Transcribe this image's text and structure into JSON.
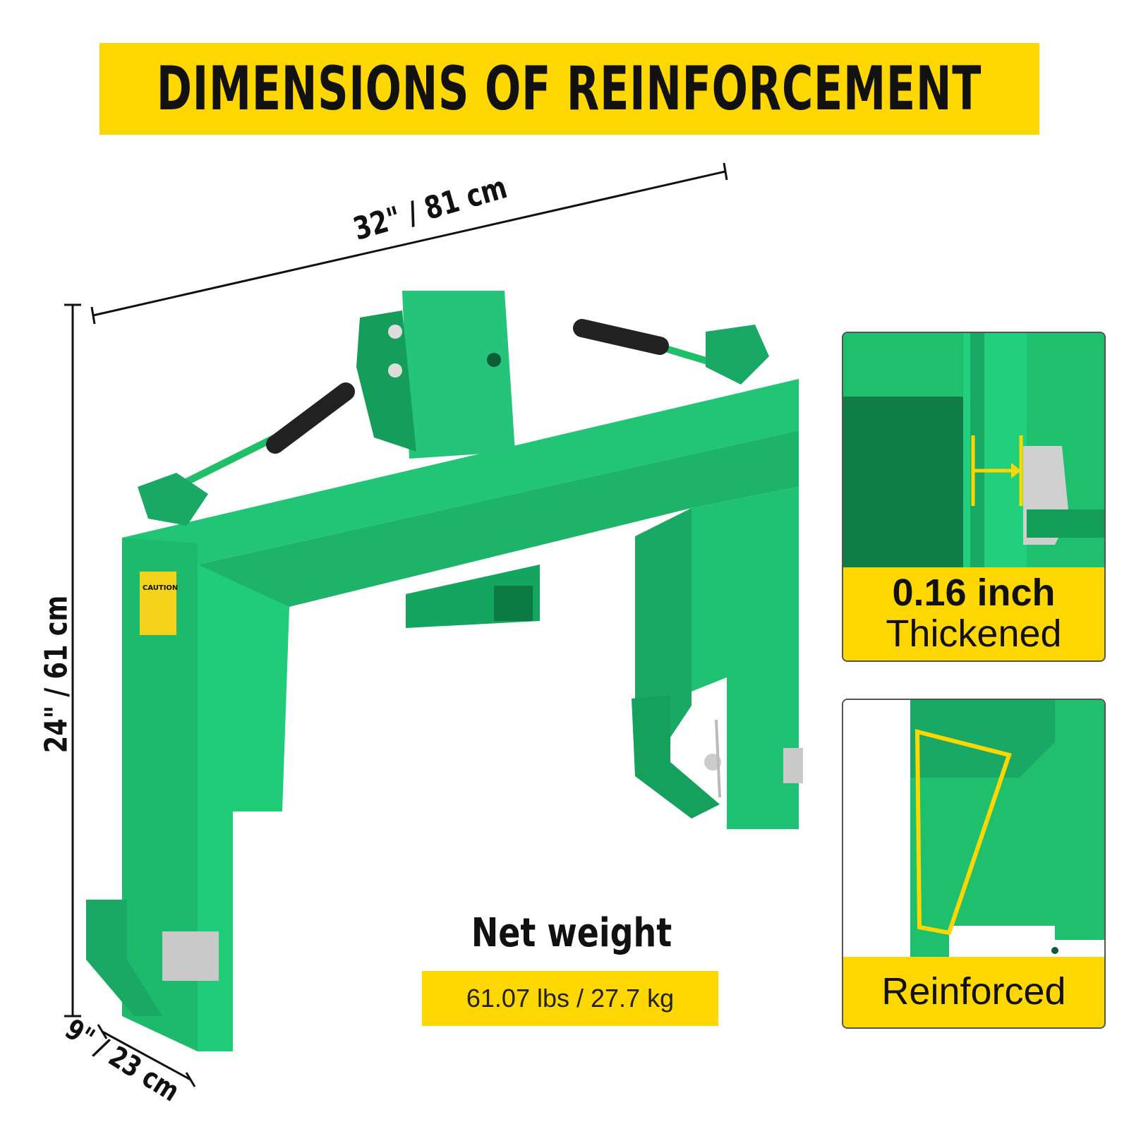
{
  "banner": {
    "title": "DIMENSIONS OF REINFORCEMENT"
  },
  "dimensions": {
    "width": "32\" / 81 cm",
    "height": "24\" / 61 cm",
    "depth": "9\" / 23 cm"
  },
  "weight": {
    "title": "Net weight",
    "value": "61.07 lbs / 27.7 kg"
  },
  "details": {
    "thickness": {
      "value": "0.16 inch",
      "label": "Thickened"
    },
    "reinforced": {
      "label": "Reinforced"
    }
  },
  "product": {
    "warning_label": "CAUTION"
  },
  "colors": {
    "banner": "#fed700",
    "frame_green": "#1fbf6a",
    "frame_dark": "#12965a"
  }
}
